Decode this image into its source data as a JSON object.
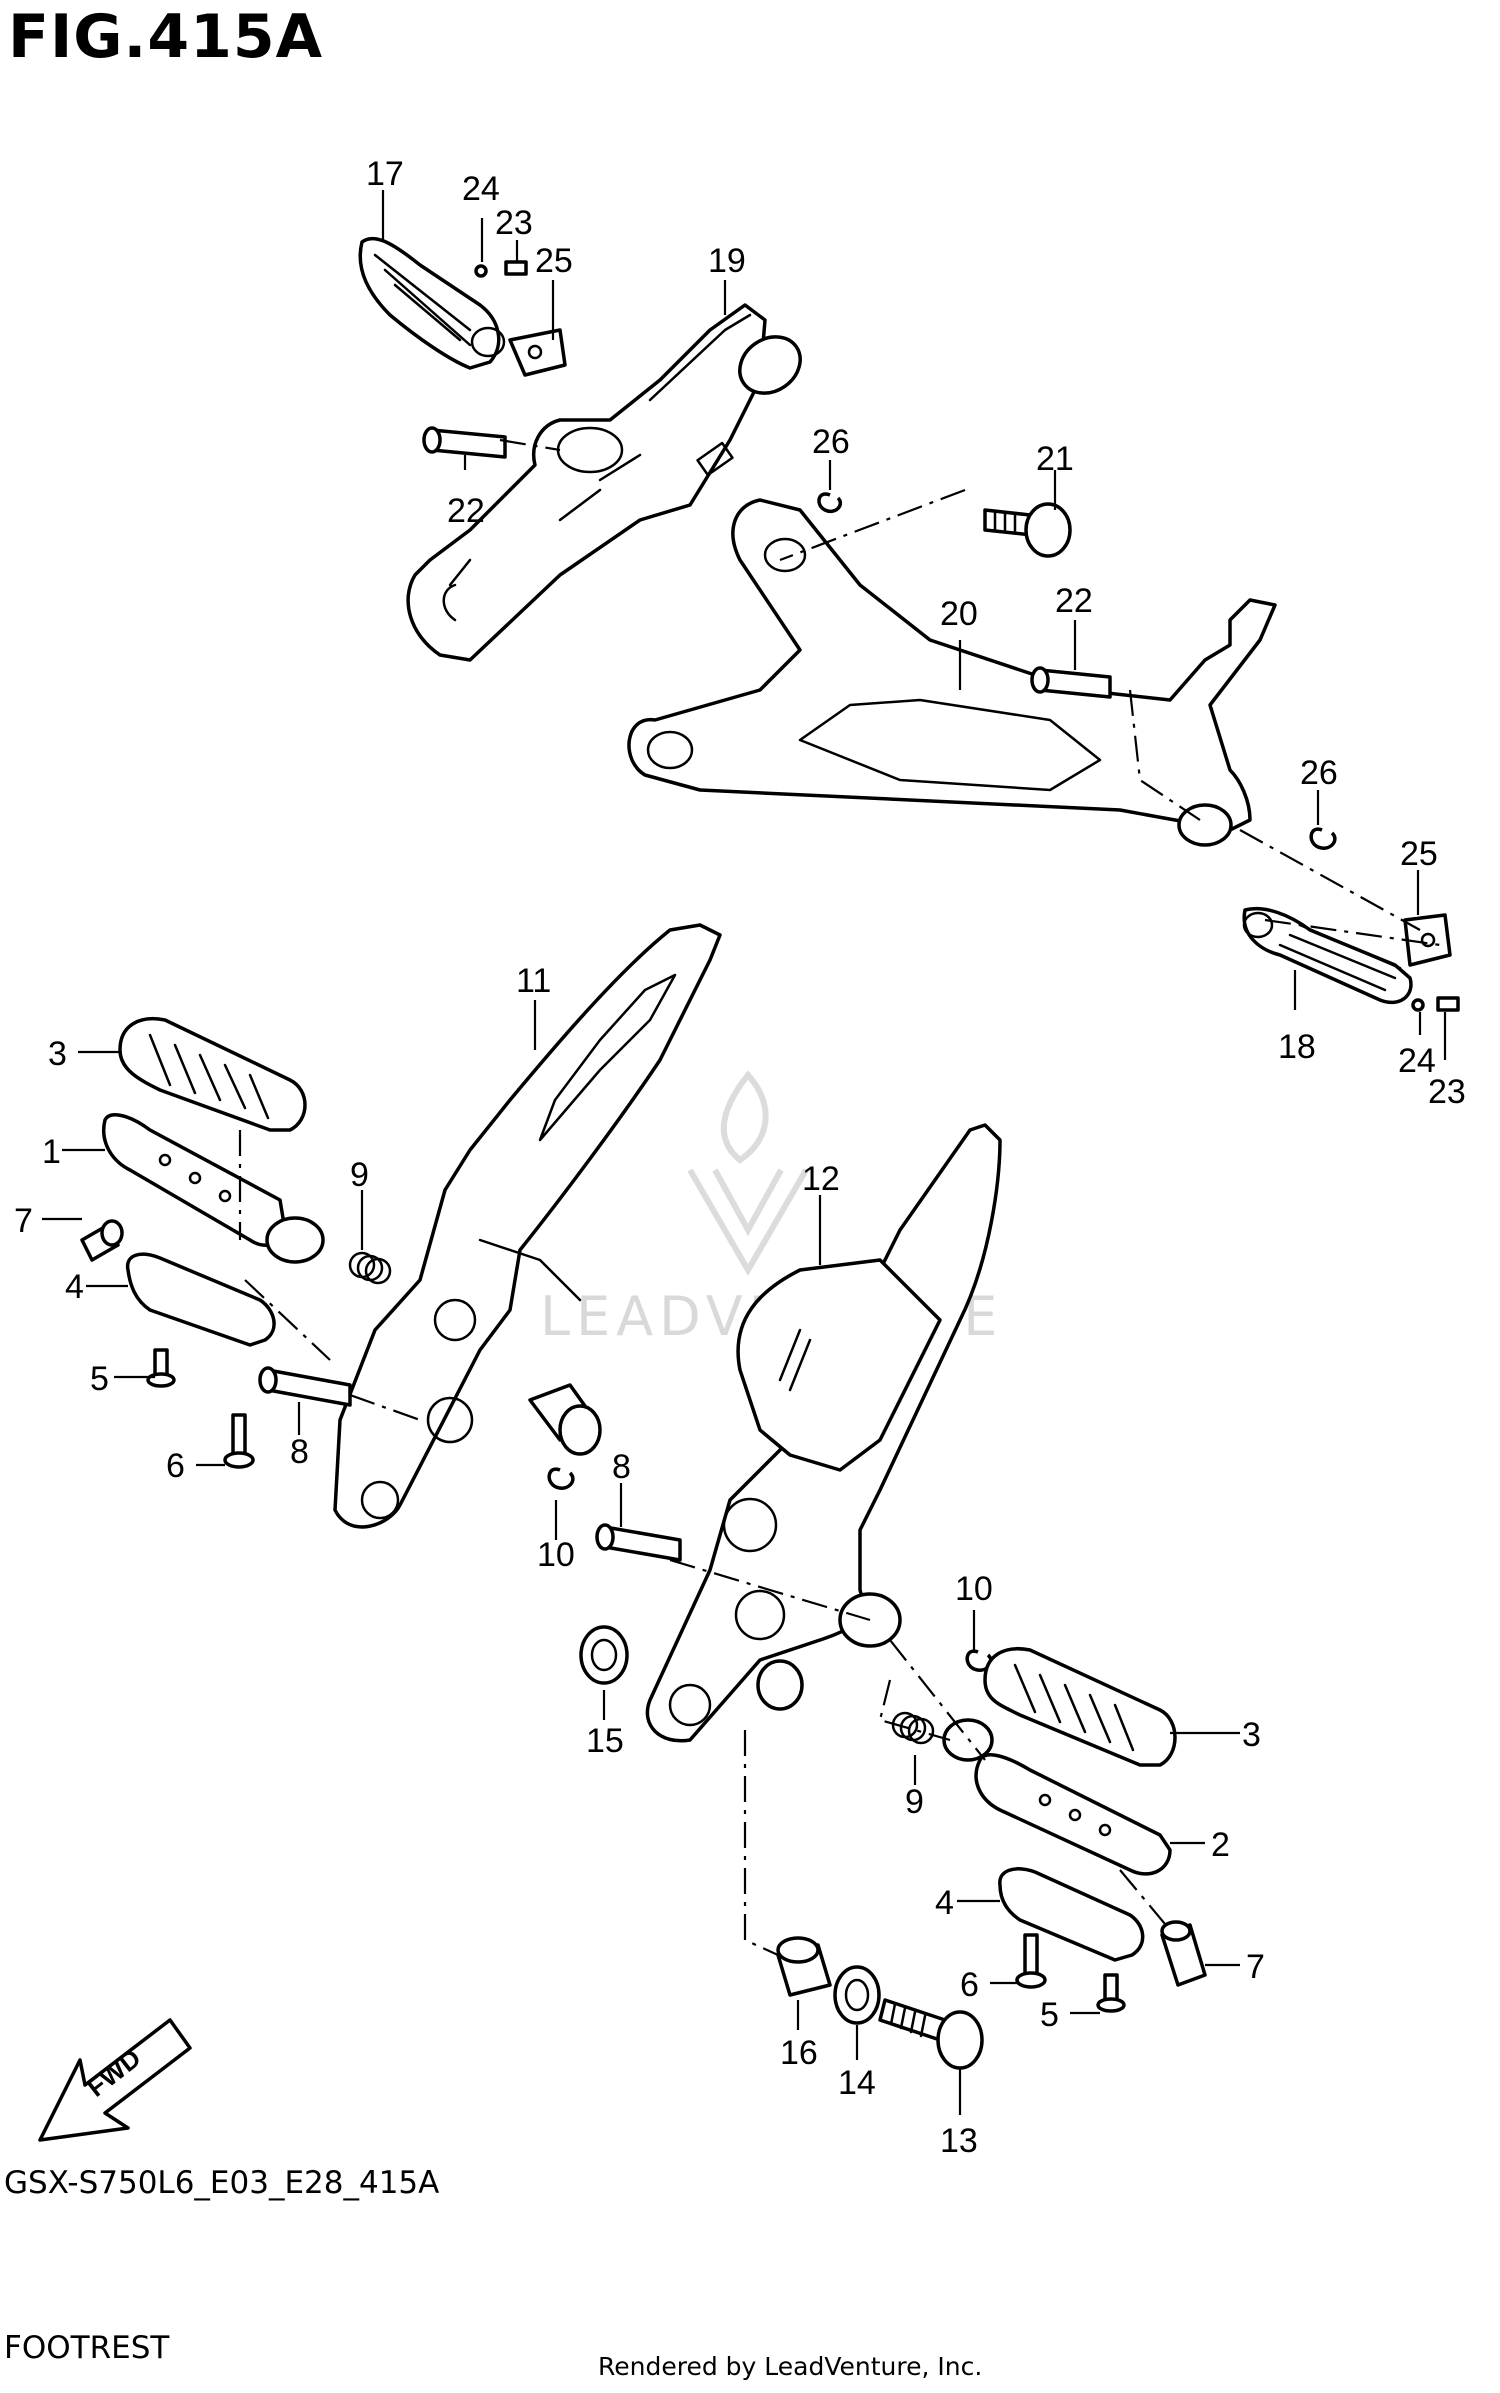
{
  "figure": {
    "title": "FIG.415A",
    "code": "GSX-S750L6_E03_E28_415A",
    "caption": "FOOTREST",
    "credit": "Rendered by LeadVenture, Inc.",
    "watermark": "LEADVENTURE"
  },
  "fwd_label": "FWD",
  "callouts": [
    {
      "id": "c17",
      "text": "17"
    },
    {
      "id": "c24a",
      "text": "24"
    },
    {
      "id": "c23a",
      "text": "23"
    },
    {
      "id": "c25a",
      "text": "25"
    },
    {
      "id": "c19",
      "text": "19"
    },
    {
      "id": "c26a",
      "text": "26"
    },
    {
      "id": "c22a",
      "text": "22"
    },
    {
      "id": "c21",
      "text": "21"
    },
    {
      "id": "c22b",
      "text": "22"
    },
    {
      "id": "c20",
      "text": "20"
    },
    {
      "id": "c26b",
      "text": "26"
    },
    {
      "id": "c25b",
      "text": "25"
    },
    {
      "id": "c18",
      "text": "18"
    },
    {
      "id": "c24b",
      "text": "24"
    },
    {
      "id": "c23b",
      "text": "23"
    },
    {
      "id": "c11",
      "text": "11"
    },
    {
      "id": "c3a",
      "text": "3"
    },
    {
      "id": "c1",
      "text": "1"
    },
    {
      "id": "c7a",
      "text": "7"
    },
    {
      "id": "c9a",
      "text": "9"
    },
    {
      "id": "c4a",
      "text": "4"
    },
    {
      "id": "c5a",
      "text": "5"
    },
    {
      "id": "c8a",
      "text": "8"
    },
    {
      "id": "c6a",
      "text": "6"
    },
    {
      "id": "c12",
      "text": "12"
    },
    {
      "id": "c8b",
      "text": "8"
    },
    {
      "id": "c10a",
      "text": "10"
    },
    {
      "id": "c10b",
      "text": "10"
    },
    {
      "id": "c15",
      "text": "15"
    },
    {
      "id": "c3b",
      "text": "3"
    },
    {
      "id": "c9b",
      "text": "9"
    },
    {
      "id": "c2",
      "text": "2"
    },
    {
      "id": "c4b",
      "text": "4"
    },
    {
      "id": "c7b",
      "text": "7"
    },
    {
      "id": "c6b",
      "text": "6"
    },
    {
      "id": "c5b",
      "text": "5"
    },
    {
      "id": "c16",
      "text": "16"
    },
    {
      "id": "c14",
      "text": "14"
    },
    {
      "id": "c13",
      "text": "13"
    }
  ]
}
